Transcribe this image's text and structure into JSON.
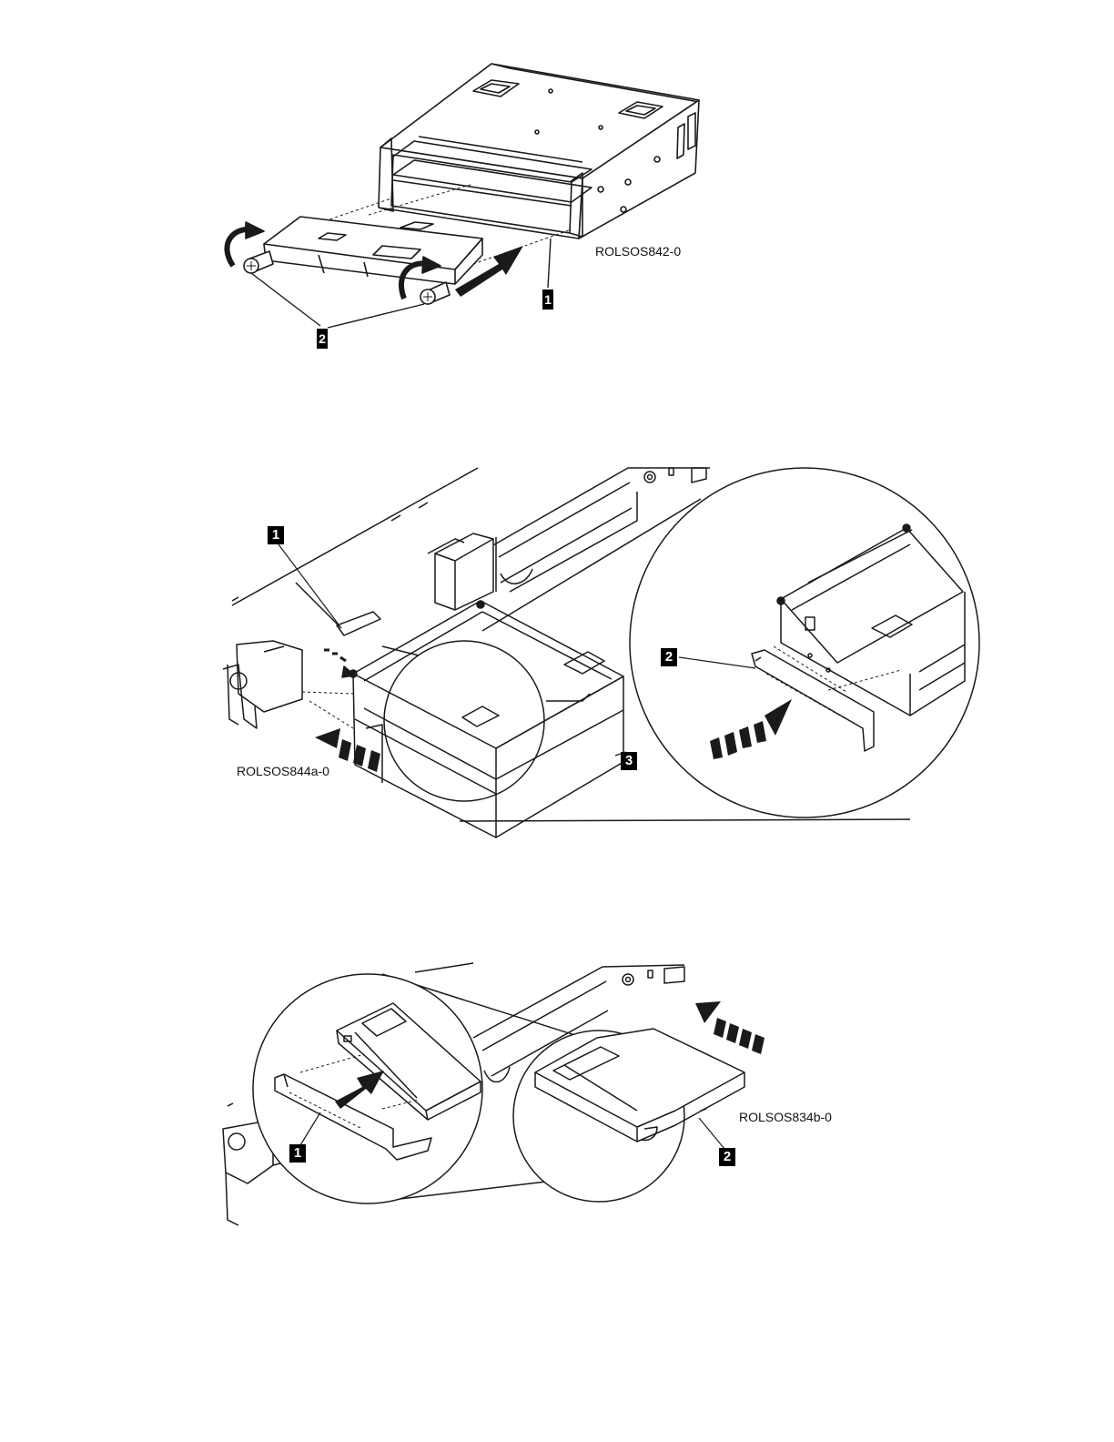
{
  "figures": [
    {
      "id_label": "ROLSOS842-0",
      "callouts": [
        "1",
        "2"
      ]
    },
    {
      "id_label": "ROLSOS844a-0",
      "callouts": [
        "1",
        "2",
        "3"
      ]
    },
    {
      "id_label": "ROLSOS834b-0",
      "callouts": [
        "1",
        "2"
      ]
    }
  ],
  "colors": {
    "line": "#1a1a1a",
    "callout_bg": "#000000",
    "callout_fg": "#ffffff"
  }
}
